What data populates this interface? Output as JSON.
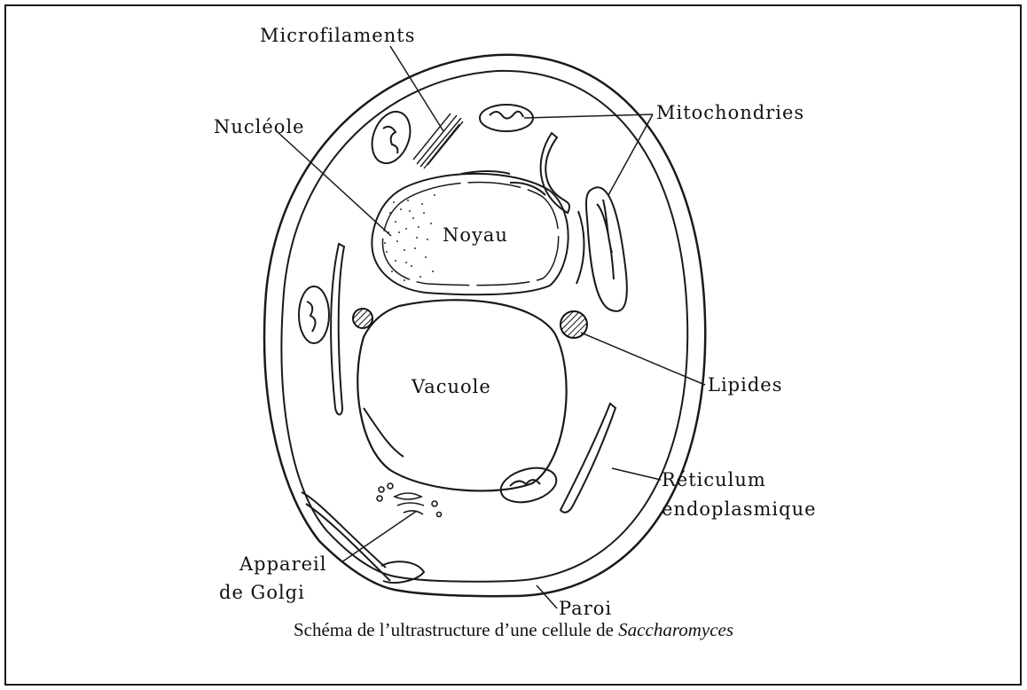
{
  "labels": {
    "microfilaments": "Microfilaments",
    "nucleole": "Nucléole",
    "mitochondries": "Mitochondries",
    "noyau": "Noyau",
    "vacuole": "Vacuole",
    "lipides": "Lipides",
    "reticulum_line1": "Réticulum",
    "reticulum_line2": "endoplasmique",
    "appareil_line1": "Appareil",
    "appareil_line2": "de Golgi",
    "paroi": "Paroi"
  },
  "caption": {
    "text": "Schéma de l’ultrastructure d’une cellule de ",
    "italic": "Saccharomyces"
  },
  "colors": {
    "ink": "#1a1a1a",
    "background": "#ffffff"
  }
}
